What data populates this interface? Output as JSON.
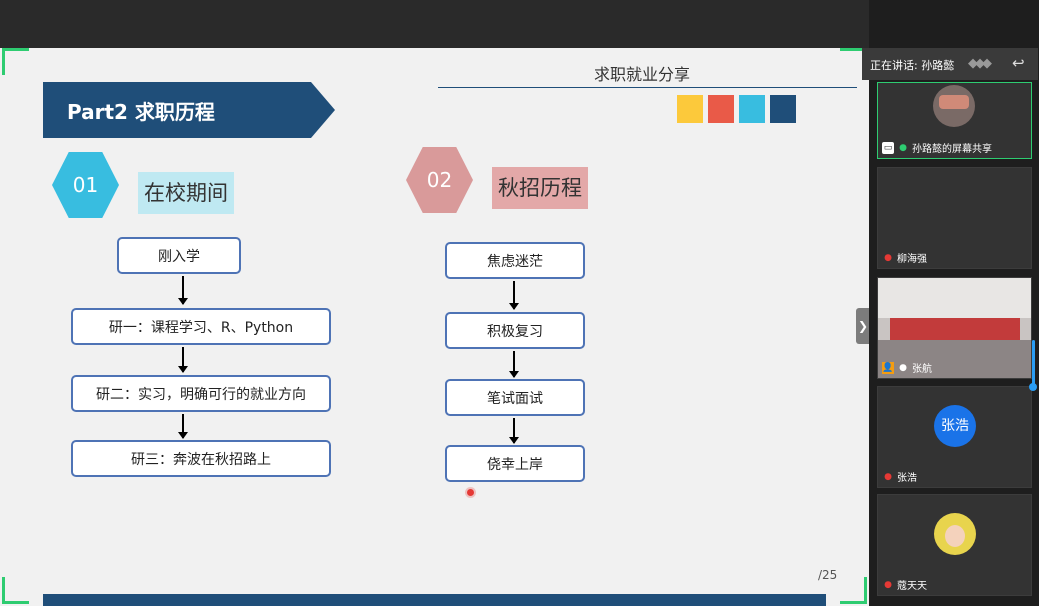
{
  "slide": {
    "header_title": "求职就业分享",
    "banner_title": "Part2 求职历程",
    "swatch_colors": [
      "#fcc93b",
      "#e95a48",
      "#38bde0",
      "#1f4e79"
    ],
    "section1": {
      "number": "01",
      "label": "在校期间"
    },
    "section2": {
      "number": "02",
      "label": "秋招历程"
    },
    "flow1": [
      "刚入学",
      "研一：课程学习、R、Python",
      "研二：实习，明确可行的就业方向",
      "研三：奔波在秋招路上"
    ],
    "flow2": [
      "焦虑迷茫",
      "积极复习",
      "笔试面试",
      "侥幸上岸"
    ],
    "page_number": "/25"
  },
  "panel": {
    "speaking_label": "正在讲话: 孙路懿",
    "participants": [
      {
        "name": "孙路懿的屏幕共享",
        "type": "screen-share"
      },
      {
        "name": "柳海强",
        "type": "camera-off"
      },
      {
        "name": "张航",
        "type": "video"
      },
      {
        "name": "张浩",
        "type": "avatar-initials",
        "initials": "张浩"
      },
      {
        "name": "蔻天天",
        "type": "avatar-photo"
      }
    ]
  }
}
